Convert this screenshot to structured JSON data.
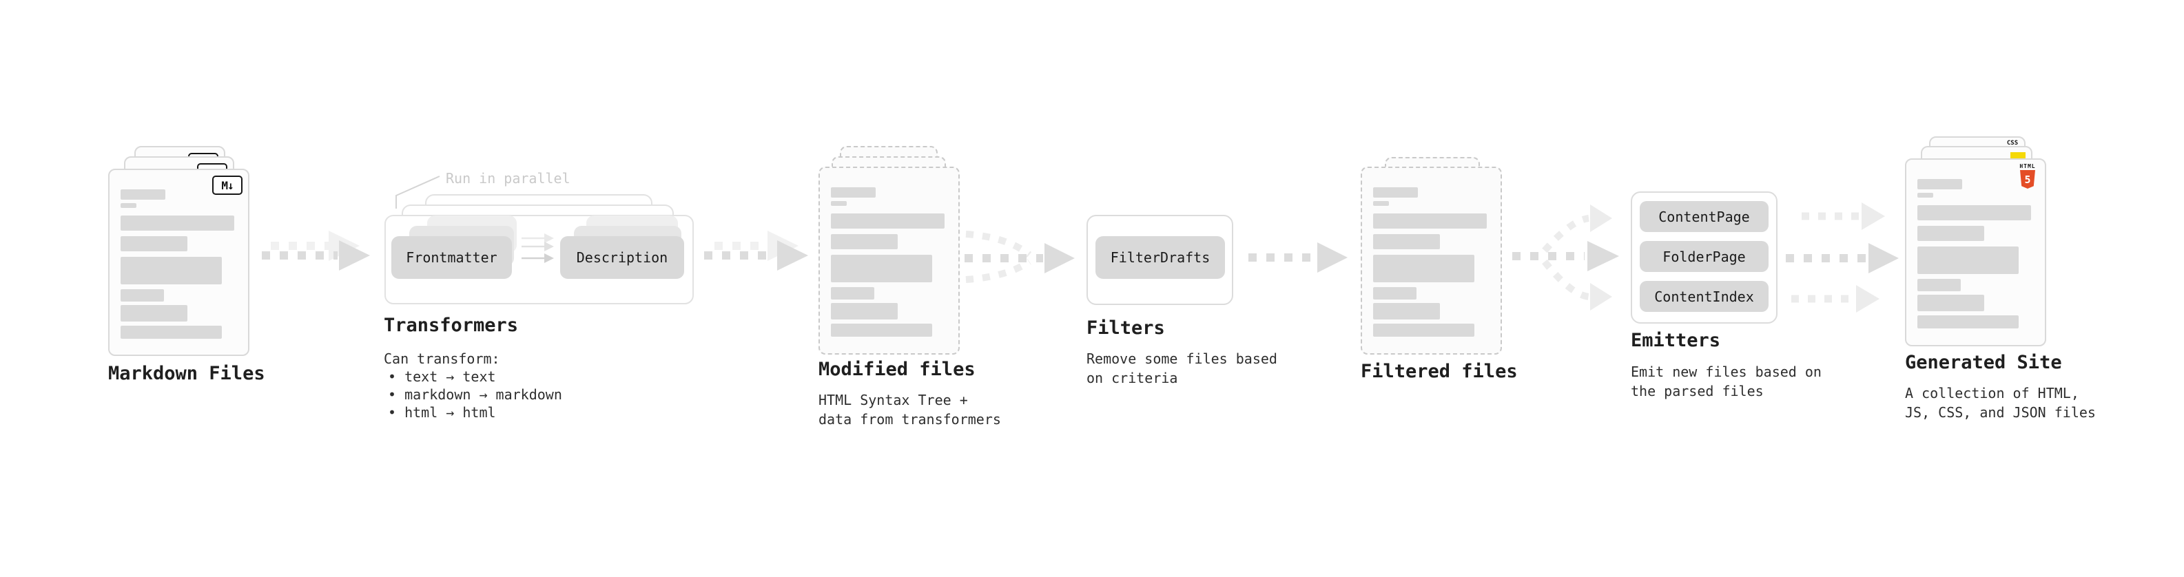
{
  "diagram": {
    "stages": {
      "markdown_files": {
        "title": "Markdown Files",
        "file_badge": "M↓"
      },
      "transformers": {
        "title": "Transformers",
        "annotation": "Run in parallel",
        "pills": [
          "Frontmatter",
          "Description"
        ],
        "description_heading": "Can transform:",
        "bullets": "• text → text\n• markdown → markdown\n• html → html"
      },
      "modified_files": {
        "title": "Modified files",
        "description": "HTML Syntax Tree +\ndata from transformers"
      },
      "filters": {
        "title": "Filters",
        "pills": [
          "FilterDrafts"
        ],
        "description": "Remove some files based\non criteria"
      },
      "filtered_files": {
        "title": "Filtered files"
      },
      "emitters": {
        "title": "Emitters",
        "pills": [
          "ContentPage",
          "FolderPage",
          "ContentIndex"
        ],
        "description": "Emit new files based on\nthe parsed files"
      },
      "generated_site": {
        "title": "Generated Site",
        "description": "A collection of HTML,\nJS, CSS, and JSON files",
        "badges": {
          "css": "CSS",
          "html_label": "HTML",
          "html_number": "5"
        }
      }
    },
    "colors": {
      "arrow_main": "#dcdcdc",
      "arrow_ghost": "#f1f1f1",
      "arrow_light": "#ececec",
      "placeholder_bar": "#d9d9d9",
      "html5_orange": "#e44d26",
      "css_blue": "#2965f1",
      "js_yellow": "#f5d907"
    }
  }
}
